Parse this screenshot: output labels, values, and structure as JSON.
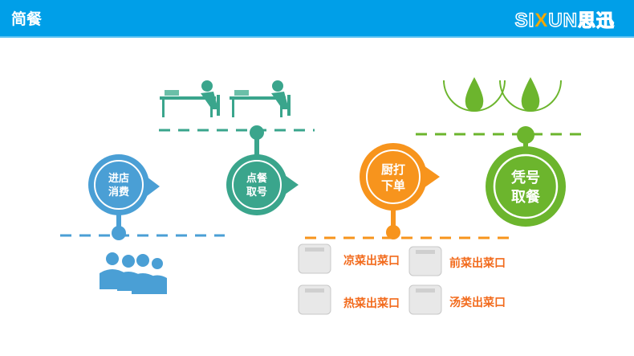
{
  "header": {
    "title": "简餐",
    "logo_text": "SI",
    "logo_x": "X",
    "logo_rest": "UN",
    "logo_cn": "思迅"
  },
  "steps": [
    {
      "line1": "进店",
      "line2": "消费",
      "color": "#4a9fd5"
    },
    {
      "line1": "点餐",
      "line2": "取号",
      "color": "#3aa58c"
    },
    {
      "line1": "厨打",
      "line2": "下单",
      "color": "#f7941d"
    },
    {
      "line1": "凭号",
      "line2": "取餐",
      "color": "#6cb52d"
    }
  ],
  "printers": [
    {
      "label": "凉菜出菜口"
    },
    {
      "label": "前菜出菜口"
    },
    {
      "label": "热菜出菜口"
    },
    {
      "label": "汤类出菜口"
    }
  ]
}
